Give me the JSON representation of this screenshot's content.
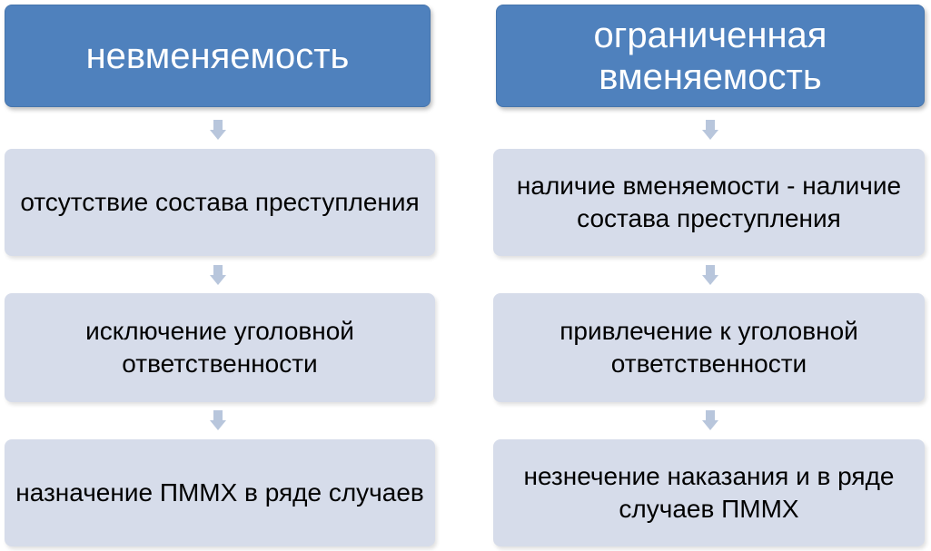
{
  "columns": [
    {
      "header": "невменяемость",
      "steps": [
        "отсутствие состава преступления",
        "исключение уголовной ответственности",
        "назначение ПММХ в ряде случаев"
      ]
    },
    {
      "header": "ограниченная вменяемость",
      "steps": [
        "наличие вменяемости - наличие состава преступления",
        "привлечение к уголовной ответственности",
        "незнечение наказания и в ряде случаев ПММХ"
      ]
    }
  ],
  "colors": {
    "header_fill": "#4f81bd",
    "step_fill": "#d6dcea",
    "arrow_fill": "#b8c6dc"
  },
  "icons": {
    "connector": "down-arrow-icon"
  }
}
